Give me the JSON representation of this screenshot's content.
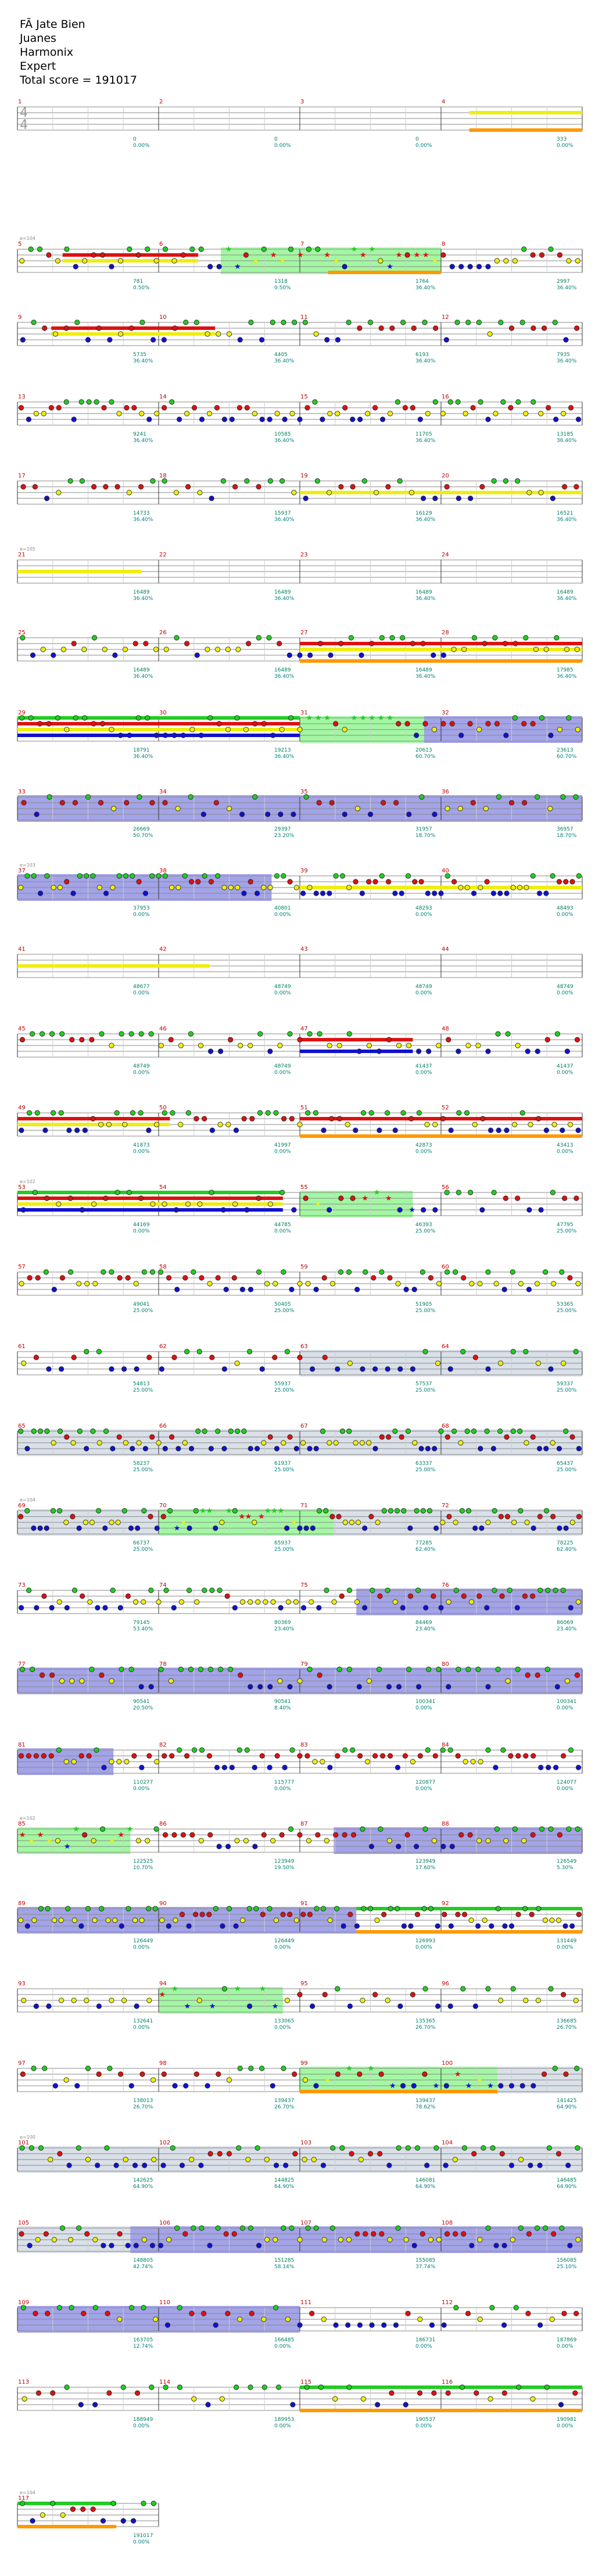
{
  "header": {
    "title": "FÃ  Jate Bien",
    "artist": "Juanes",
    "instrument": "Harmonix",
    "difficulty": "Expert",
    "total_score": "Total score = 191017"
  },
  "colors": {
    "green": "#22cc22",
    "red": "#dd1111",
    "yellow": "#eeee11",
    "blue": "#1111cc",
    "orange": "#ff9900",
    "overdrive": "#33ee33",
    "solo": "#3333cc",
    "score": "#008060",
    "measure_number": "#c00000"
  },
  "chart_data": {
    "type": "table",
    "time_signature": "4/4",
    "tempo_marks": [
      "e=102",
      "e=104",
      "e=103",
      "e=104",
      "e=100",
      "e=105",
      "e=102"
    ],
    "rows": [
      {
        "measures": [
          1,
          2,
          3,
          4
        ],
        "scores": [
          "0",
          "0",
          "0",
          "333"
        ],
        "percents": [
          "0.00%",
          "0.00%",
          "0.00%",
          "0.00%"
        ]
      },
      {
        "measures": [
          5,
          6,
          7,
          8
        ],
        "scores": [
          "781",
          "1318",
          "1764",
          "2997"
        ],
        "percents": [
          "0.50%",
          "0.50%",
          "36.40%",
          "36.40%"
        ]
      },
      {
        "measures": [
          9,
          10,
          11,
          12
        ],
        "scores": [
          "5735",
          "4405",
          "6193",
          "7935"
        ],
        "percents": [
          "36.40%",
          "36.40%",
          "36.40%",
          "36.40%"
        ]
      },
      {
        "measures": [
          13,
          14,
          15,
          16
        ],
        "scores": [
          "9241",
          "10585",
          "11705",
          "13185"
        ],
        "percents": [
          "36.40%",
          "36.40%",
          "36.40%",
          "36.40%"
        ]
      },
      {
        "measures": [
          17,
          18,
          19,
          20
        ],
        "scores": [
          "14733",
          "15937",
          "16129",
          "16521"
        ],
        "percents": [
          "36.40%",
          "36.40%",
          "36.40%",
          "36.40%"
        ]
      },
      {
        "measures": [
          21,
          22,
          23,
          24
        ],
        "scores": [
          "16489",
          "16489",
          "16489",
          "16489"
        ],
        "percents": [
          "36.40%",
          "36.40%",
          "36.40%",
          "36.40%"
        ]
      },
      {
        "measures": [
          25,
          26,
          27,
          28
        ],
        "scores": [
          "16489",
          "16489",
          "16489",
          "17985"
        ],
        "percents": [
          "36.40%",
          "36.40%",
          "36.40%",
          "36.40%"
        ]
      },
      {
        "measures": [
          29,
          30,
          31,
          32
        ],
        "scores": [
          "18791",
          "19213",
          "20613",
          "23613"
        ],
        "percents": [
          "36.40%",
          "36.40%",
          "60.70%",
          "60.70%"
        ]
      },
      {
        "measures": [
          33,
          34,
          35,
          36
        ],
        "scores": [
          "26669",
          "29397",
          "31957",
          "36957"
        ],
        "percents": [
          "50.70%",
          "23.20%",
          "18.70%",
          "18.70%"
        ]
      },
      {
        "measures": [
          37,
          38,
          39,
          40
        ],
        "scores": [
          "37953",
          "40801",
          "48293",
          "48493"
        ],
        "percents": [
          "0.00%",
          "0.00%",
          "0.00%",
          "0.00%"
        ]
      },
      {
        "measures": [
          41,
          42,
          43,
          44
        ],
        "scores": [
          "48677",
          "48749",
          "48749",
          "48749"
        ],
        "percents": [
          "0.00%",
          "0.00%",
          "0.00%",
          "0.00%"
        ]
      },
      {
        "measures": [
          45,
          46,
          47,
          48
        ],
        "scores": [
          "48749",
          "48749",
          "41437",
          "41437"
        ],
        "percents": [
          "0.00%",
          "0.00%",
          "0.00%",
          "0.00%"
        ]
      },
      {
        "measures": [
          49,
          50,
          51,
          52
        ],
        "scores": [
          "41873",
          "41997",
          "42873",
          "43413"
        ],
        "percents": [
          "0.00%",
          "0.00%",
          "0.00%",
          "0.00%"
        ]
      },
      {
        "measures": [
          53,
          54,
          55,
          56
        ],
        "scores": [
          "44169",
          "44785",
          "46393",
          "47795"
        ],
        "percents": [
          "0.00%",
          "0.00%",
          "25.00%",
          "25.00%"
        ]
      },
      {
        "measures": [
          57,
          58,
          59,
          60
        ],
        "scores": [
          "49041",
          "50405",
          "51905",
          "53365"
        ],
        "percents": [
          "25.00%",
          "25.00%",
          "25.00%",
          "25.00%"
        ]
      },
      {
        "measures": [
          61,
          62,
          63,
          64
        ],
        "scores": [
          "54813",
          "55937",
          "57537",
          "59337"
        ],
        "percents": [
          "25.00%",
          "25.00%",
          "25.00%",
          "25.00%"
        ]
      },
      {
        "measures": [
          65,
          66,
          67,
          68
        ],
        "scores": [
          "58237",
          "61937",
          "63337",
          "65437"
        ],
        "percents": [
          "25.00%",
          "25.00%",
          "25.00%",
          "25.00%"
        ]
      },
      {
        "measures": [
          69,
          70,
          71,
          72
        ],
        "scores": [
          "66737",
          "65937",
          "77285",
          "78225"
        ],
        "percents": [
          "25.00%",
          "25.00%",
          "62.40%",
          "62.40%"
        ]
      },
      {
        "measures": [
          73,
          74,
          75,
          76
        ],
        "scores": [
          "79145",
          "80369",
          "84469",
          "86069"
        ],
        "percents": [
          "53.40%",
          "23.40%",
          "23.40%",
          "23.40%"
        ]
      },
      {
        "measures": [
          77,
          78,
          79,
          80
        ],
        "scores": [
          "90541",
          "90541",
          "100341",
          "100341"
        ],
        "percents": [
          "20.50%",
          "8.40%",
          "0.00%",
          "0.00%"
        ]
      },
      {
        "measures": [
          81,
          82,
          83,
          84
        ],
        "scores": [
          "110277",
          "115777",
          "120877",
          "124077"
        ],
        "percents": [
          "0.00%",
          "0.00%",
          "0.00%",
          "0.00%"
        ]
      },
      {
        "measures": [
          85,
          86,
          87,
          88
        ],
        "scores": [
          "122525",
          "123949",
          "123949",
          "126549"
        ],
        "percents": [
          "10.70%",
          "19.50%",
          "17.60%",
          "5.30%"
        ]
      },
      {
        "measures": [
          89,
          90,
          91,
          92
        ],
        "scores": [
          "126449",
          "126449",
          "126993",
          "131449"
        ],
        "percents": [
          "0.00%",
          "0.00%",
          "0.00%",
          "0.00%"
        ]
      },
      {
        "measures": [
          93,
          94,
          95,
          96
        ],
        "scores": [
          "132641",
          "133065",
          "135365",
          "136685"
        ],
        "percents": [
          "0.00%",
          "0.00%",
          "26.70%",
          "26.70%"
        ]
      },
      {
        "measures": [
          97,
          98,
          99,
          100
        ],
        "scores": [
          "138013",
          "139437",
          "139437",
          "141425"
        ],
        "percents": [
          "26.70%",
          "26.70%",
          "78.62%",
          "64.90%"
        ]
      },
      {
        "measures": [
          101,
          102,
          103,
          104
        ],
        "scores": [
          "142625",
          "144825",
          "146081",
          "146485"
        ],
        "percents": [
          "64.90%",
          "64.90%",
          "64.90%",
          "64.90%"
        ]
      },
      {
        "measures": [
          105,
          106,
          107,
          108
        ],
        "scores": [
          "148805",
          "151285",
          "155085",
          "156085"
        ],
        "percents": [
          "42.74%",
          "58.14%",
          "37.74%",
          "25.10%"
        ]
      },
      {
        "measures": [
          109,
          110,
          111,
          112
        ],
        "scores": [
          "163705",
          "166485",
          "186731",
          "187869"
        ],
        "percents": [
          "12.74%",
          "0.00%",
          "0.00%",
          "0.00%"
        ]
      },
      {
        "measures": [
          113,
          114,
          115,
          116
        ],
        "scores": [
          "188949",
          "189953",
          "190537",
          "190981"
        ],
        "percents": [
          "0.00%",
          "0.00%",
          "0.00%",
          "0.00%"
        ]
      },
      {
        "measures": [
          117
        ],
        "scores": [
          "191017"
        ],
        "percents": [
          "0.00%"
        ]
      }
    ]
  }
}
